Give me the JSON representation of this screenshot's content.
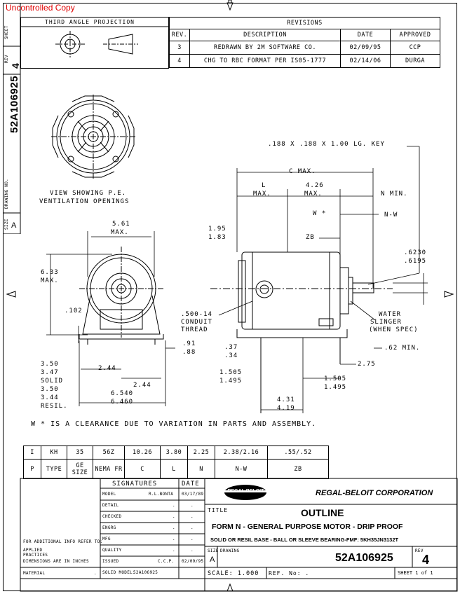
{
  "watermark": "Uncontrolled Copy",
  "projection_label": "THIRD ANGLE PROJECTION",
  "revisions": {
    "title": "REVISIONS",
    "headers": [
      "REV.",
      "DESCRIPTION",
      "DATE",
      "APPROVED"
    ],
    "rows": [
      [
        "3",
        "REDRAWN BY 2M SOFTWARE CO.",
        "02/09/95",
        "CCP"
      ],
      [
        "4",
        "CHG TO RBC FORMAT PER IS05-1777",
        "02/14/06",
        "DURGA"
      ]
    ]
  },
  "side_strip": {
    "sheet_label": "SHEET",
    "rev_label": "REV",
    "rev_value": "4",
    "drawing_no": "52A106925",
    "drawing_no_label": "DRAWING NO.",
    "size_label": "SIZE",
    "size_value": "A"
  },
  "views": {
    "pe_view_caption_1": "VIEW SHOWING P.E.",
    "pe_view_caption_2": "VENTILATION OPENINGS"
  },
  "dims": {
    "key": ".188 X .188 X 1.00 LG. KEY",
    "c_max": "C MAX.",
    "l": "L",
    "l_max": "MAX.",
    "d426": "4.26",
    "d426_max": "MAX.",
    "n_min": "N MIN.",
    "w_star": "W *",
    "n_w": "N-W",
    "zb": "ZB",
    "d195": "1.95",
    "d183": "1.83",
    "d561": "5.61",
    "d561_max": "MAX.",
    "d633": "6.33",
    "d633_max": "MAX.",
    "d102": ".102",
    "conduit_1": ".500-14",
    "conduit_2": "CONDUIT",
    "conduit_3": "THREAD",
    "d6230": ".6230",
    "d6195": ".6195",
    "water_1": "WATER",
    "water_2": "SLINGER",
    "water_3": "(WHEN SPEC)",
    "d62min": ".62 MIN.",
    "d275": "2.75",
    "d91": ".91",
    "d88": ".88",
    "d37": ".37",
    "d34": ".34",
    "d1505a": "1.505",
    "d1495a": "1.495",
    "d1505b": "1.505",
    "d1495b": "1.495",
    "d350a": "3.50",
    "d347": "3.47",
    "solid": "SOLID",
    "d350b": "3.50",
    "d344": "3.44",
    "resil": "RESIL.",
    "d244a": "2.44",
    "d244b": "2.44",
    "d6540": "6.540",
    "d6460": "6.460",
    "d431": "4.31",
    "d419": "4.19"
  },
  "note": "W * IS A CLEARANCE DUE TO VARIATION IN PARTS AND ASSEMBLY.",
  "spec_table": {
    "values": [
      "I",
      "KH",
      "35",
      "56Z",
      "10.26",
      "3.80",
      "2.25",
      "2.38/2.16",
      ".55/.52"
    ],
    "headers": [
      "P",
      "TYPE",
      "GE SIZE",
      "NEMA FR",
      "C",
      "L",
      "N",
      "N-W",
      "ZB"
    ]
  },
  "title_block": {
    "signatures_label": "SIGNATURES",
    "date_label": "DATE",
    "rows": [
      {
        "label": "MODEL",
        "value": "R.L.BONTA",
        "date": "03/17/89"
      },
      {
        "label": "DETAIL",
        "value": ".",
        "date": "."
      },
      {
        "label": "CHECKED",
        "value": ".",
        "date": "."
      },
      {
        "label": "ENGRG",
        "value": ".",
        "date": "."
      },
      {
        "label": "MFG",
        "value": ".",
        "date": "."
      },
      {
        "label": "QUALITY",
        "value": ".",
        "date": "."
      },
      {
        "label": "ISSUED",
        "value": "C.C.P.",
        "date": "02/09/95"
      },
      {
        "label": "SOLID MODEL:",
        "value": "52A106925",
        "date": ""
      }
    ],
    "left_notes": [
      "FOR ADDITIONAL INFO REFER TO:",
      "APPLIED PRACTICES",
      "DIMENSIONS ARE IN INCHES",
      "MATERIAL"
    ],
    "material_value": ".",
    "company": "REGAL-BELOIT CORPORATION",
    "logo_text": "REGAL BELOIT",
    "title_label": "TITLE",
    "title_main": "OUTLINE",
    "title_2": "FORM N - GENERAL PURPOSE MOTOR - DRIP PROOF",
    "title_3": "SOLID OR RESIL BASE - BALL OR SLEEVE BEARING-FMF: 5KH35JN3132T",
    "size_label": "SIZE",
    "size_value": "A",
    "drawing_label": "DRAWING",
    "drawing_no": "52A106925",
    "rev_label": "REV",
    "rev_value": "4",
    "scale": "SCALE: 1.000",
    "ref_no": "REF. No: .",
    "sheet": "SHEET 1 of 1"
  }
}
